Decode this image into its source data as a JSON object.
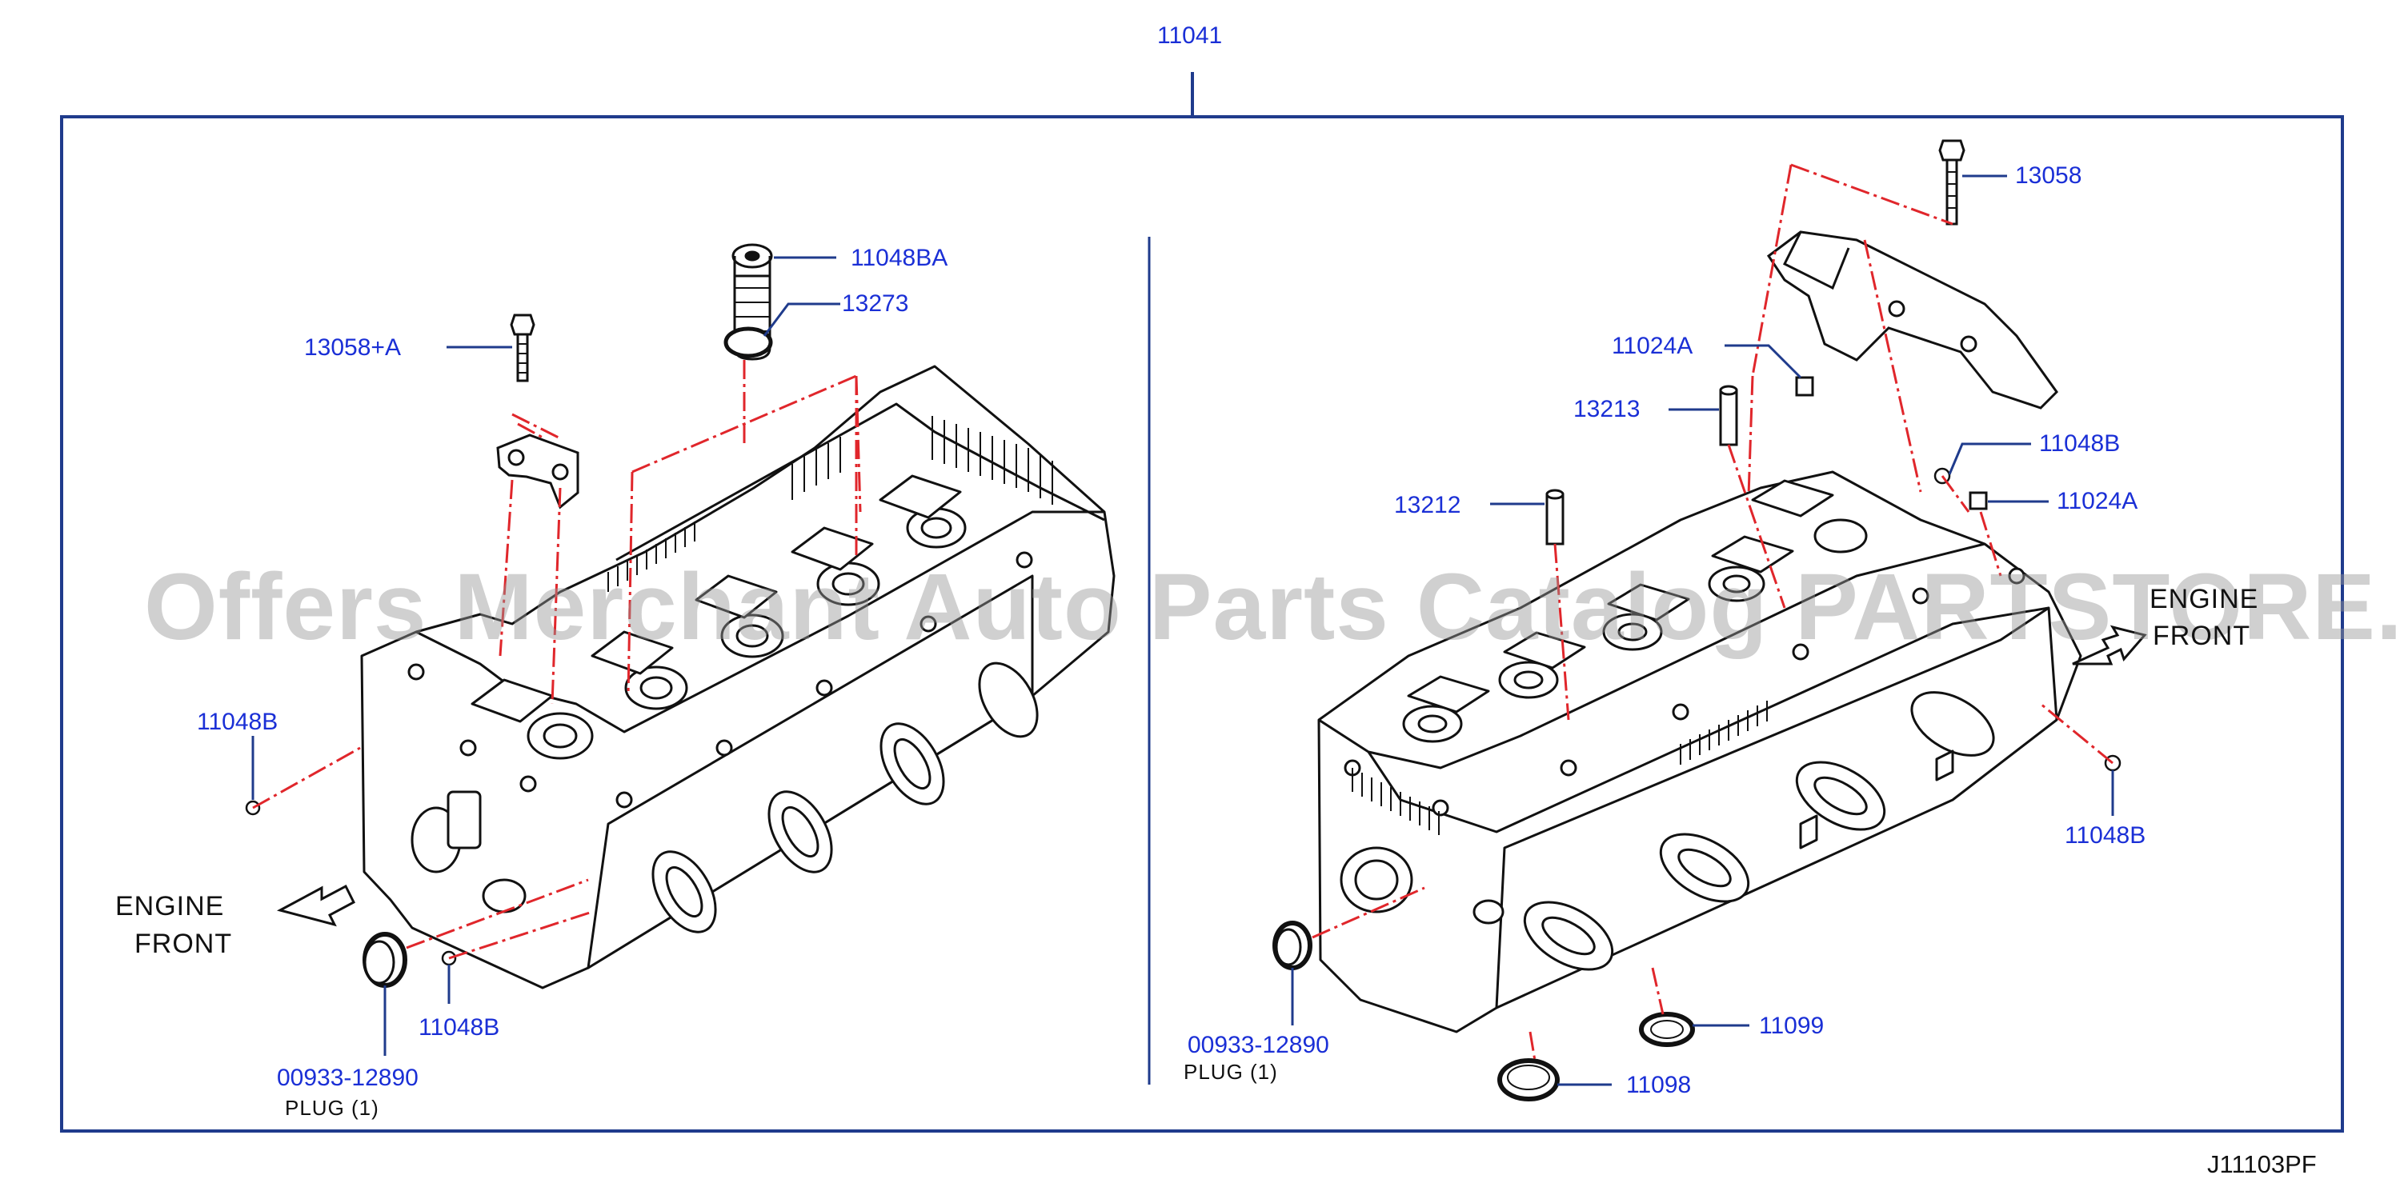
{
  "diagram": {
    "assembly_number": "11041",
    "diagram_code": "J11103PF",
    "watermark": "Offers Merchant Auto Parts Catalog PARTSTORE.SA",
    "colors": {
      "part_number": "#1a2fd6",
      "outline": "#1f3b8c",
      "centerline": "#e0262b",
      "drawing": "#111111"
    },
    "left_view": {
      "parts": {
        "p11048BA": "11048BA",
        "p13273": "13273",
        "p13058A": "13058+A",
        "p11048B_left": "11048B",
        "p11048B_bottom": "11048B",
        "p00933": "00933-12890"
      },
      "plug_note": "PLUG   (1)",
      "engine_front": [
        "ENGINE",
        "FRONT"
      ]
    },
    "right_view": {
      "parts": {
        "p13058": "13058",
        "p11024A_top": "11024A",
        "p13213": "13213",
        "p11048B_top": "11048B",
        "p11024A_right": "11024A",
        "p13212": "13212",
        "p11048B_right": "11048B",
        "p00933": "00933-12890",
        "p11099": "11099",
        "p11098": "11098"
      },
      "plug_note": "PLUG     (1)",
      "engine_front": [
        "ENGINE",
        "FRONT"
      ]
    }
  }
}
